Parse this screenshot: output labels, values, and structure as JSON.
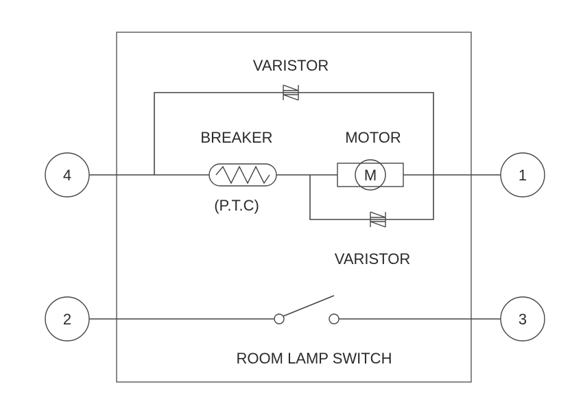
{
  "labels": {
    "varistor_top": "VARISTOR",
    "breaker": "BREAKER",
    "breaker_sub": "(P.T.C)",
    "motor": "MOTOR",
    "motor_symbol": "M",
    "varistor_bottom": "VARISTOR",
    "switch": "ROOM LAMP SWITCH"
  },
  "terminals": {
    "t4": "4",
    "t1": "1",
    "t2": "2",
    "t3": "3"
  },
  "colors": {
    "line": "#444444",
    "text": "#2a2a2a",
    "background": "#ffffff"
  }
}
